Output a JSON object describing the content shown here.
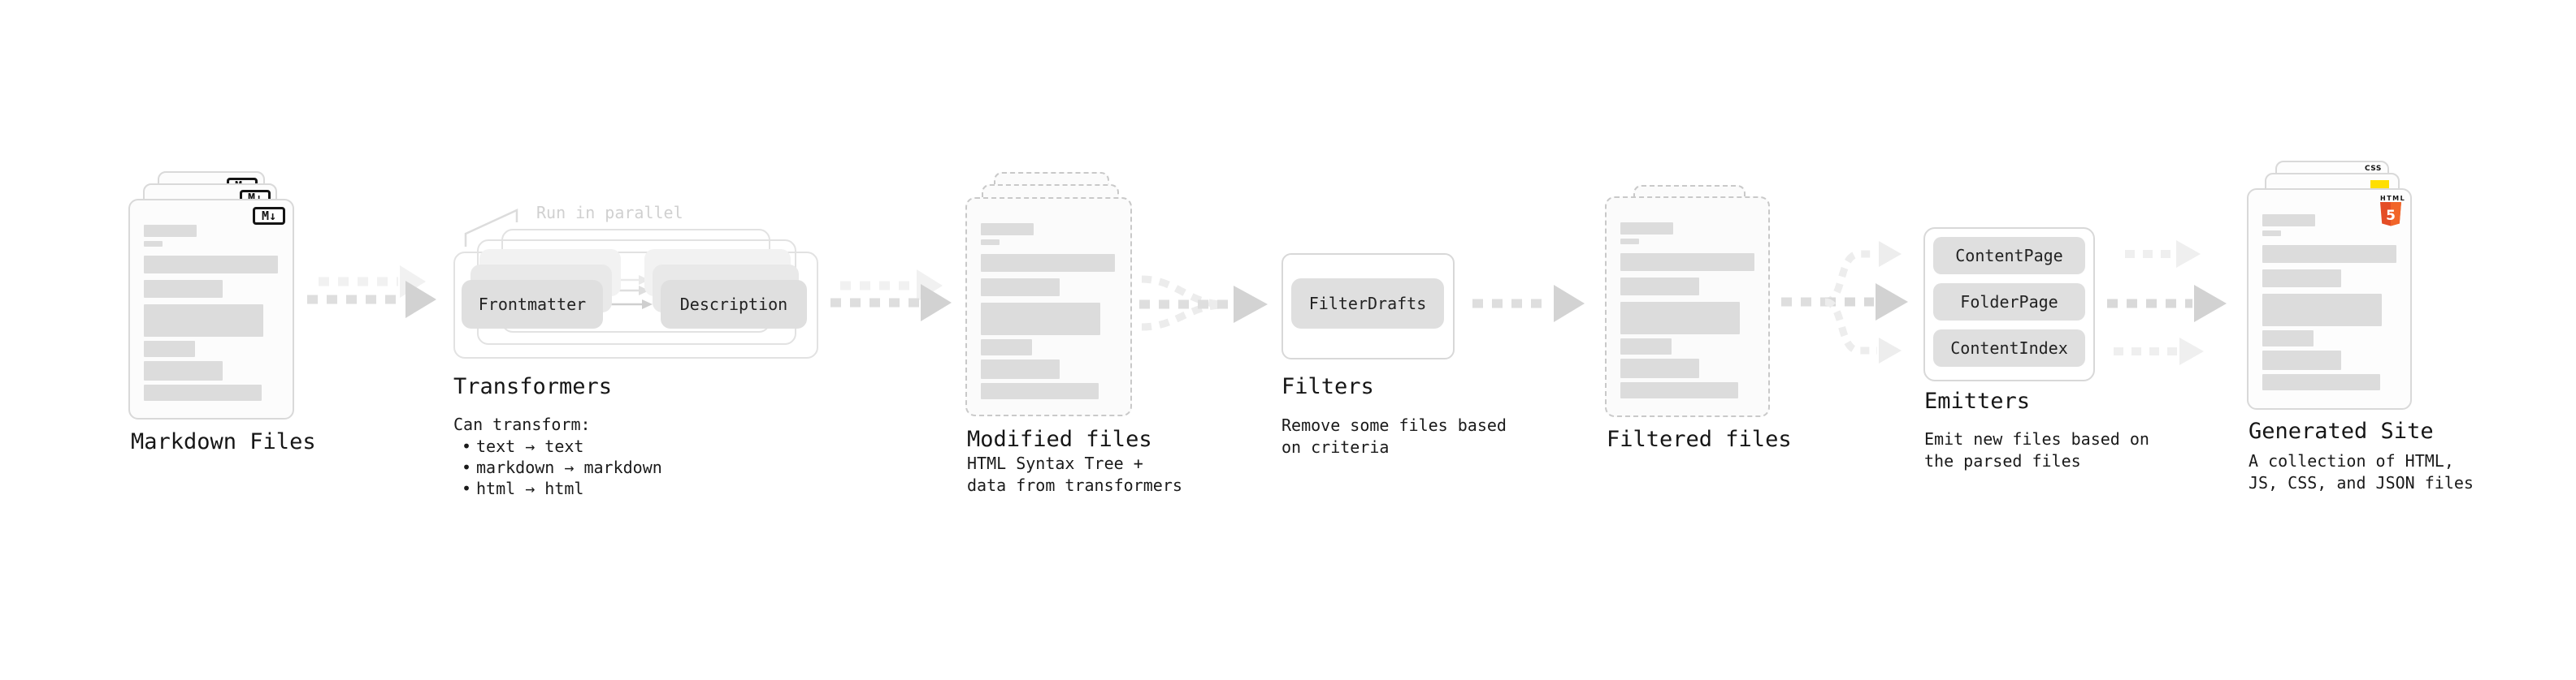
{
  "nodes": {
    "markdown_files": {
      "title": "Markdown Files",
      "file_badge": "M↓"
    },
    "transformers": {
      "callout": "Run in parallel",
      "pill_left": "Frontmatter",
      "pill_right": "Description",
      "title": "Transformers",
      "subtitle": "Can transform:",
      "bullets": [
        "text → text",
        "markdown → markdown",
        "html → html"
      ]
    },
    "modified_files": {
      "title": "Modified files",
      "description": "HTML Syntax Tree +\ndata from transformers"
    },
    "filters": {
      "pill": "FilterDrafts",
      "title": "Filters",
      "description": "Remove some files based\non criteria"
    },
    "filtered_files": {
      "title": "Filtered files"
    },
    "emitters": {
      "pills": [
        "ContentPage",
        "FolderPage",
        "ContentIndex"
      ],
      "title": "Emitters",
      "description": "Emit new files based on\nthe parsed files"
    },
    "generated_site": {
      "title": "Generated Site",
      "description": "A collection of HTML,\nJS, CSS, and JSON files",
      "badge_css": "CSS",
      "badge_html": "HTML",
      "badge_html_number": "5"
    }
  },
  "colors": {
    "text": "#1a1a1a",
    "muted_callout": "#d0d0d0",
    "card_border": "#d9d9d9",
    "skeleton_bar": "#dcdcdc",
    "pill_fill": "#dfdfdf",
    "arrow_dash": "#dedede",
    "arrow_head": "#d2d2d2",
    "arrow_ghost": "#f1f1f1",
    "css_blue": "#2e6af0",
    "js_yellow": "#ffdf00",
    "html5_orange": "#e44d26",
    "html5_orange_light": "#f16529"
  }
}
